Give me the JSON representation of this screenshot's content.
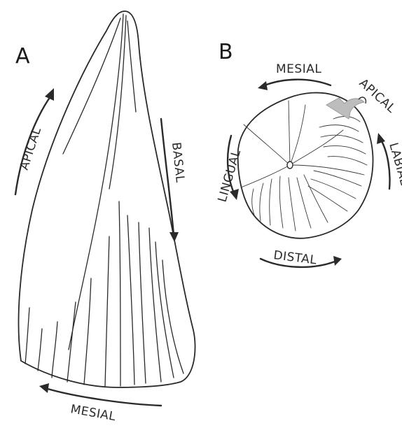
{
  "panels": {
    "a": {
      "letter": "A",
      "labels": {
        "apical": "APICAL",
        "basal": "BASAL",
        "mesial": "MESIAL"
      }
    },
    "b": {
      "letter": "B",
      "labels": {
        "mesial": "MESIAL",
        "apical": "APICAL",
        "labial": "LABIAL",
        "lingual": "LINGUAL",
        "distal": "DISTAL"
      }
    }
  },
  "colors": {
    "line": "#2a2a2a",
    "pointer_fill": "#bdbdbd"
  }
}
